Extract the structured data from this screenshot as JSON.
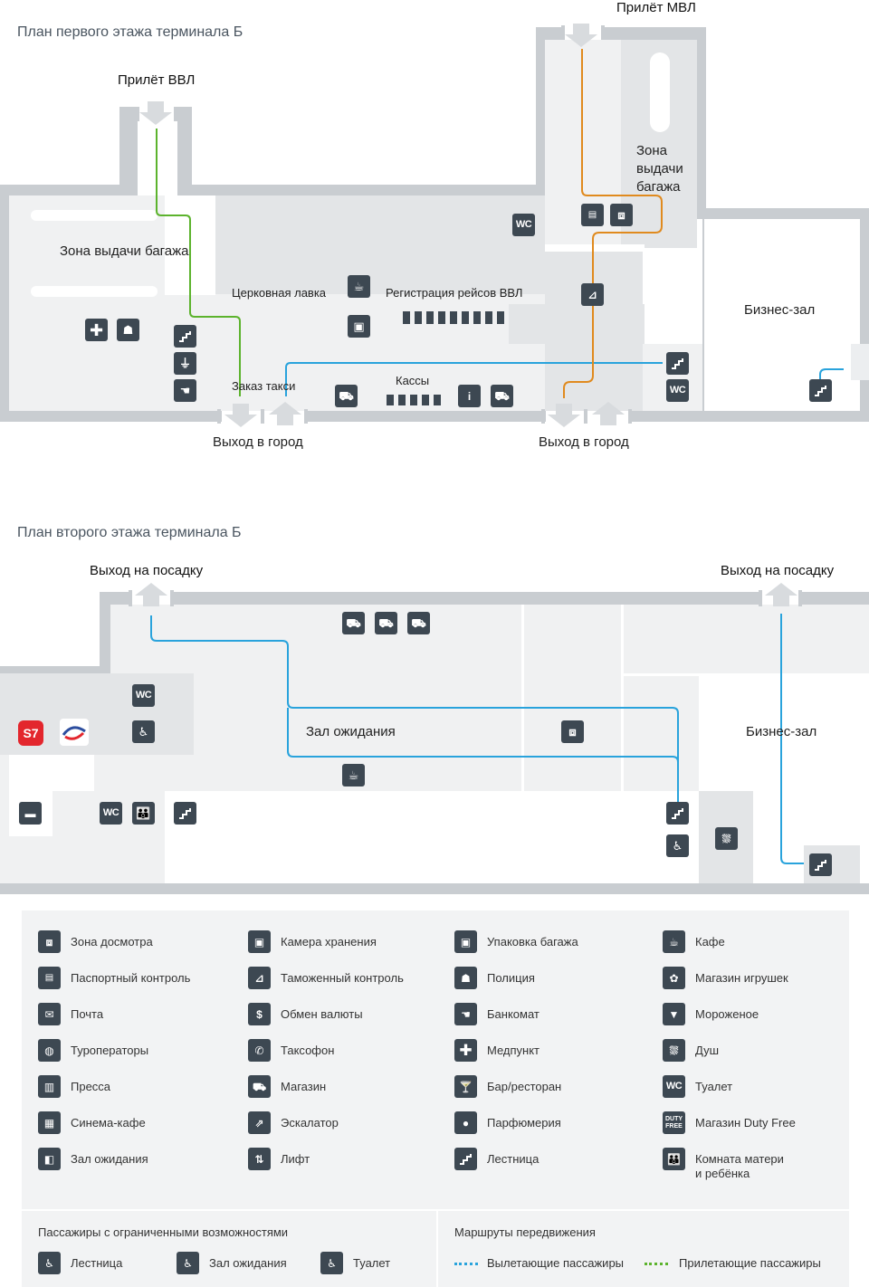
{
  "floor1": {
    "title": "План первого этажа терминала Б",
    "arrival_domestic": "Прилёт ВВЛ",
    "arrival_international": "Прилёт МВЛ",
    "baggage_claim_left": "Зона выдачи багажа",
    "baggage_claim_right": "Зона\nвыдачи\nбагажа",
    "church_shop": "Церковная лавка",
    "checkin_domestic": "Регистрация рейсов ВВЛ",
    "taxi_order": "Заказ такси",
    "ticket_offices": "Кассы",
    "business_lounge": "Бизнес-зал",
    "exit_city_1": "Выход в город",
    "exit_city_2": "Выход в город"
  },
  "floor2": {
    "title": "План второго этажа терминала Б",
    "boarding_left": "Выход на посадку",
    "boarding_right": "Выход на посадку",
    "waiting_hall": "Зал ожидания",
    "business_lounge": "Бизнес-зал"
  },
  "icons": {
    "wc": "WC",
    "info": "i",
    "duty_free": "DUTY\nFREE"
  },
  "legend": {
    "items": [
      {
        "label": "Зона досмотра",
        "icon": "security-frame-icon"
      },
      {
        "label": "Камера хранения",
        "icon": "luggage-storage-icon"
      },
      {
        "label": "Упаковка багажа",
        "icon": "baggage-wrap-icon"
      },
      {
        "label": "Кафе",
        "icon": "cafe-icon"
      },
      {
        "label": "Паспортный контроль",
        "icon": "passport-control-icon"
      },
      {
        "label": "Таможенный контроль",
        "icon": "customs-icon"
      },
      {
        "label": "Полиция",
        "icon": "police-icon"
      },
      {
        "label": "Магазин игрушек",
        "icon": "toy-store-icon"
      },
      {
        "label": "Почта",
        "icon": "mail-icon"
      },
      {
        "label": "Обмен валюты",
        "icon": "currency-exchange-icon"
      },
      {
        "label": "Банкомат",
        "icon": "atm-icon"
      },
      {
        "label": "Мороженое",
        "icon": "ice-cream-icon"
      },
      {
        "label": "Туроператоры",
        "icon": "tour-operators-icon"
      },
      {
        "label": "Таксофон",
        "icon": "payphone-icon"
      },
      {
        "label": "Медпункт",
        "icon": "first-aid-icon"
      },
      {
        "label": "Душ",
        "icon": "shower-icon"
      },
      {
        "label": "Пресса",
        "icon": "press-icon"
      },
      {
        "label": "Магазин",
        "icon": "shop-cart-icon"
      },
      {
        "label": "Бар/ресторан",
        "icon": "bar-icon"
      },
      {
        "label": "Туалет",
        "icon": "wc-icon"
      },
      {
        "label": "Синема-кафе",
        "icon": "cinema-icon"
      },
      {
        "label": "Эскалатор",
        "icon": "escalator-icon"
      },
      {
        "label": "Парфюмерия",
        "icon": "perfume-icon"
      },
      {
        "label": "Магазин Duty Free",
        "icon": "duty-free-icon"
      },
      {
        "label": "Зал ожидания",
        "icon": "waiting-hall-icon"
      },
      {
        "label": "Лифт",
        "icon": "elevator-icon"
      },
      {
        "label": "Лестница",
        "icon": "stairs-icon"
      },
      {
        "label": "Комната матери\nи ребёнка",
        "icon": "mother-child-icon"
      }
    ],
    "disabled_title": "Пассажиры с ограниченными возможностями",
    "disabled_items": [
      "Лестница",
      "Зал ожидания",
      "Туалет"
    ],
    "routes_title": "Маршруты передвижения",
    "route_departing": "Вылетающие пассажиры",
    "route_arriving": "Прилетающие пассажиры",
    "route_departing_color": "#29a3dc",
    "route_arriving_color": "#5cb32d"
  },
  "colors": {
    "wall": "#c9cdd1",
    "floor_light": "#f0f1f2",
    "floor_mid": "#e3e5e7",
    "icon_bg": "#3d4852",
    "route_departing": "#29a3dc",
    "route_arriving": "#5cb32d",
    "route_international": "#e08a1e"
  }
}
